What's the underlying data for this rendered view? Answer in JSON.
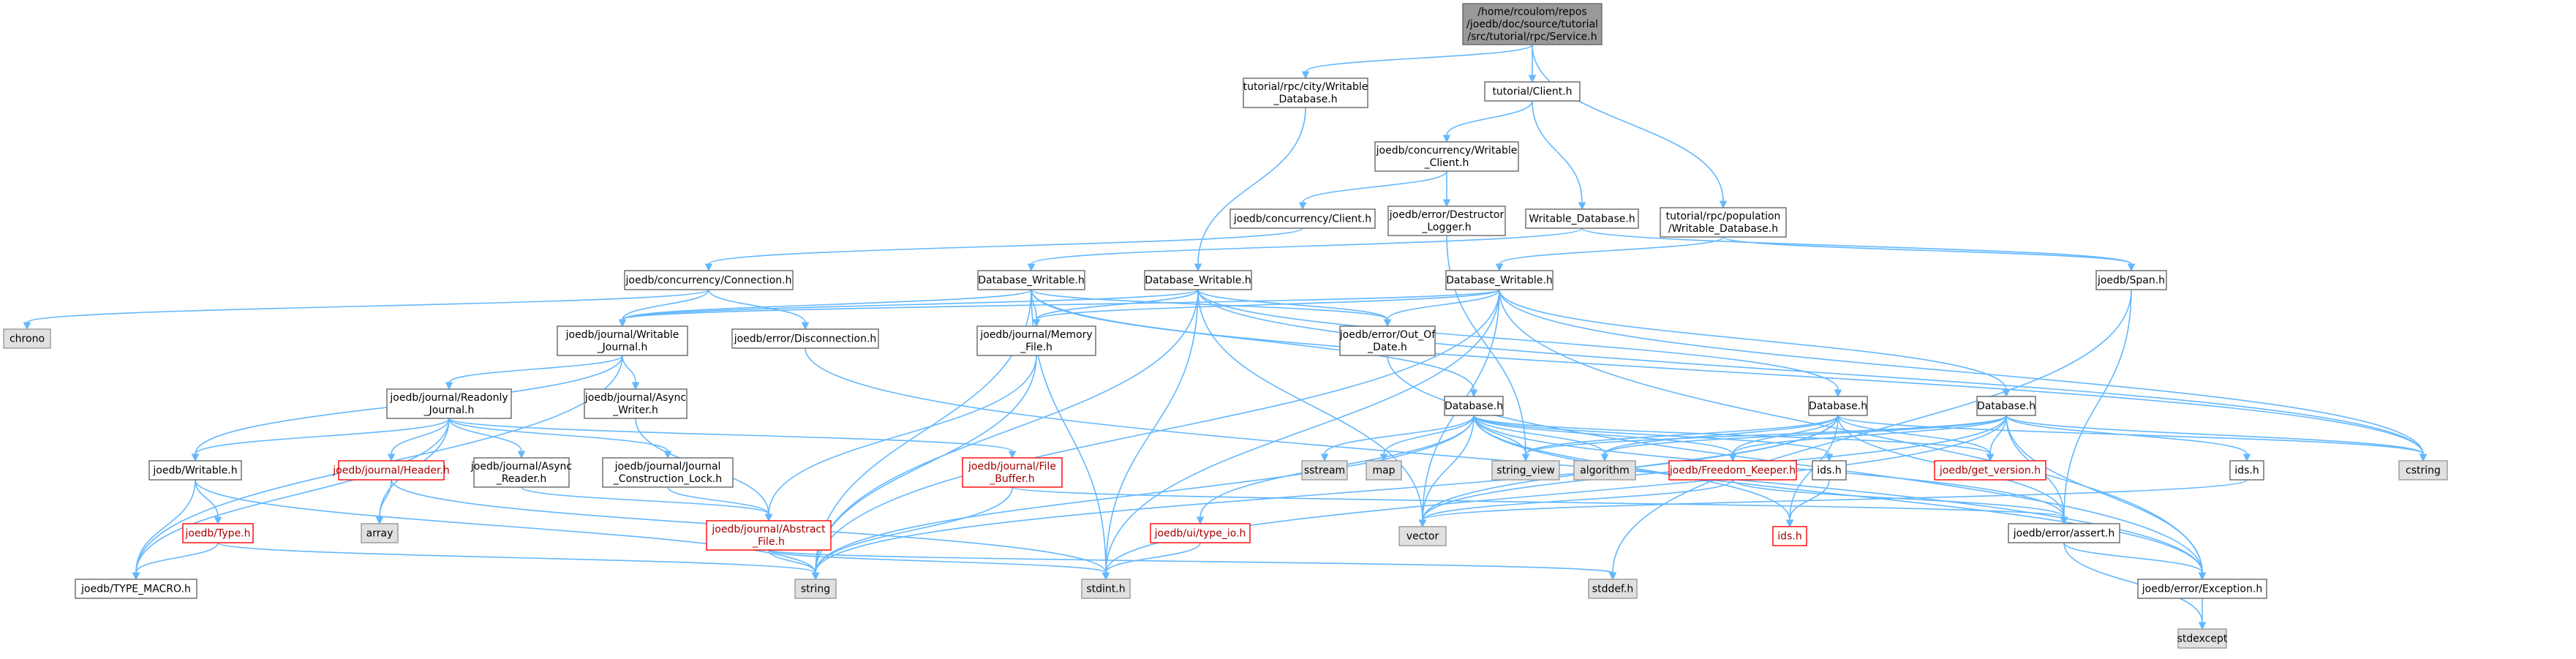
{
  "graph": {
    "nodes": [
      {
        "id": "root",
        "lines": [
          "/home/rcoulom/repos",
          "/joedb/doc/source/tutorial",
          "/src/tutorial/rpc/Service.h"
        ],
        "style": "root",
        "interactable": false
      },
      {
        "id": "city_wdb",
        "lines": [
          "tutorial/rpc/city/Writable",
          "_Database.h"
        ],
        "style": "normal",
        "interactable": true
      },
      {
        "id": "client_h",
        "lines": [
          "tutorial/Client.h"
        ],
        "style": "normal",
        "interactable": true
      },
      {
        "id": "pop_wdb",
        "lines": [
          "tutorial/rpc/population",
          "/Writable_Database.h"
        ],
        "style": "normal",
        "interactable": true
      },
      {
        "id": "conc_wclient",
        "lines": [
          "joedb/concurrency/Writable",
          "_Client.h"
        ],
        "style": "normal",
        "interactable": true
      },
      {
        "id": "conc_client",
        "lines": [
          "joedb/concurrency/Client.h"
        ],
        "style": "normal",
        "interactable": true
      },
      {
        "id": "destructor_logger",
        "lines": [
          "joedb/error/Destructor",
          "_Logger.h"
        ],
        "style": "normal",
        "interactable": true
      },
      {
        "id": "writable_db",
        "lines": [
          "Writable_Database.h"
        ],
        "style": "normal",
        "interactable": true
      },
      {
        "id": "conc_connection",
        "lines": [
          "joedb/concurrency/Connection.h"
        ],
        "style": "normal",
        "interactable": true
      },
      {
        "id": "dbw1",
        "lines": [
          "Database_Writable.h"
        ],
        "style": "normal",
        "interactable": true
      },
      {
        "id": "dbw2",
        "lines": [
          "Database_Writable.h"
        ],
        "style": "normal",
        "interactable": true
      },
      {
        "id": "dbw3",
        "lines": [
          "Database_Writable.h"
        ],
        "style": "normal",
        "interactable": true
      },
      {
        "id": "span",
        "lines": [
          "joedb/Span.h"
        ],
        "style": "normal",
        "interactable": true
      },
      {
        "id": "chrono",
        "lines": [
          "chrono"
        ],
        "style": "sys",
        "interactable": false
      },
      {
        "id": "writable_journal",
        "lines": [
          "joedb/journal/Writable",
          "_Journal.h"
        ],
        "style": "normal",
        "interactable": true
      },
      {
        "id": "disconnection",
        "lines": [
          "joedb/error/Disconnection.h"
        ],
        "style": "normal",
        "interactable": true
      },
      {
        "id": "memory_file",
        "lines": [
          "joedb/journal/Memory",
          "_File.h"
        ],
        "style": "normal",
        "interactable": true
      },
      {
        "id": "out_of_date",
        "lines": [
          "joedb/error/Out_Of",
          "_Date.h"
        ],
        "style": "normal",
        "interactable": true
      },
      {
        "id": "readonly_journal",
        "lines": [
          "joedb/journal/Readonly",
          "_Journal.h"
        ],
        "style": "normal",
        "interactable": true
      },
      {
        "id": "async_writer",
        "lines": [
          "joedb/journal/Async",
          "_Writer.h"
        ],
        "style": "normal",
        "interactable": true
      },
      {
        "id": "database1",
        "lines": [
          "Database.h"
        ],
        "style": "normal",
        "interactable": true
      },
      {
        "id": "database2",
        "lines": [
          "Database.h"
        ],
        "style": "normal",
        "interactable": true
      },
      {
        "id": "database3",
        "lines": [
          "Database.h"
        ],
        "style": "normal",
        "interactable": true
      },
      {
        "id": "writable_h",
        "lines": [
          "joedb/Writable.h"
        ],
        "style": "normal",
        "interactable": true
      },
      {
        "id": "header_h",
        "lines": [
          "joedb/journal/Header.h"
        ],
        "style": "red",
        "interactable": true
      },
      {
        "id": "async_reader",
        "lines": [
          "joedb/journal/Async",
          "_Reader.h"
        ],
        "style": "normal",
        "interactable": true
      },
      {
        "id": "journal_lock",
        "lines": [
          "joedb/journal/Journal",
          "_Construction_Lock.h"
        ],
        "style": "normal",
        "interactable": true
      },
      {
        "id": "file_buffer",
        "lines": [
          "joedb/journal/File",
          "_Buffer.h"
        ],
        "style": "red",
        "interactable": true
      },
      {
        "id": "sstream",
        "lines": [
          "sstream"
        ],
        "style": "sys",
        "interactable": false
      },
      {
        "id": "map",
        "lines": [
          "map"
        ],
        "style": "sys",
        "interactable": false
      },
      {
        "id": "string_view",
        "lines": [
          "string_view"
        ],
        "style": "sys",
        "interactable": false
      },
      {
        "id": "algorithm",
        "lines": [
          "algorithm"
        ],
        "style": "sys",
        "interactable": false
      },
      {
        "id": "freedom_keeper",
        "lines": [
          "joedb/Freedom_Keeper.h"
        ],
        "style": "red",
        "interactable": true
      },
      {
        "id": "ids_h_a",
        "lines": [
          "ids.h"
        ],
        "style": "normal",
        "interactable": true
      },
      {
        "id": "get_version",
        "lines": [
          "joedb/get_version.h"
        ],
        "style": "red",
        "interactable": true
      },
      {
        "id": "ids_h_b",
        "lines": [
          "ids.h"
        ],
        "style": "normal",
        "interactable": true
      },
      {
        "id": "cstring",
        "lines": [
          "cstring"
        ],
        "style": "sys",
        "interactable": false
      },
      {
        "id": "type_h",
        "lines": [
          "joedb/Type.h"
        ],
        "style": "red",
        "interactable": true
      },
      {
        "id": "array",
        "lines": [
          "array"
        ],
        "style": "sys",
        "interactable": false
      },
      {
        "id": "abstract_file",
        "lines": [
          "joedb/journal/Abstract",
          "_File.h"
        ],
        "style": "red",
        "interactable": true
      },
      {
        "id": "type_io",
        "lines": [
          "joedb/ui/type_io.h"
        ],
        "style": "red",
        "interactable": true
      },
      {
        "id": "vector",
        "lines": [
          "vector"
        ],
        "style": "sys",
        "interactable": false
      },
      {
        "id": "ids_h_red",
        "lines": [
          "ids.h"
        ],
        "style": "red",
        "interactable": true
      },
      {
        "id": "assert_h",
        "lines": [
          "joedb/error/assert.h"
        ],
        "style": "normal",
        "interactable": true
      },
      {
        "id": "type_macro",
        "lines": [
          "joedb/TYPE_MACRO.h"
        ],
        "style": "normal",
        "interactable": true
      },
      {
        "id": "string",
        "lines": [
          "string"
        ],
        "style": "sys",
        "interactable": false
      },
      {
        "id": "stdint",
        "lines": [
          "stdint.h"
        ],
        "style": "sys",
        "interactable": false
      },
      {
        "id": "stddef",
        "lines": [
          "stddef.h"
        ],
        "style": "sys",
        "interactable": false
      },
      {
        "id": "exception_h",
        "lines": [
          "joedb/error/Exception.h"
        ],
        "style": "normal",
        "interactable": true
      },
      {
        "id": "stdexcept",
        "lines": [
          "stdexcept"
        ],
        "style": "sys",
        "interactable": false
      }
    ],
    "edges": [
      [
        "root",
        "city_wdb"
      ],
      [
        "root",
        "client_h"
      ],
      [
        "root",
        "pop_wdb"
      ],
      [
        "city_wdb",
        "dbw2"
      ],
      [
        "client_h",
        "conc_wclient"
      ],
      [
        "client_h",
        "writable_db"
      ],
      [
        "conc_wclient",
        "conc_client"
      ],
      [
        "conc_wclient",
        "destructor_logger"
      ],
      [
        "conc_client",
        "conc_connection"
      ],
      [
        "destructor_logger",
        "string_view"
      ],
      [
        "writable_db",
        "dbw1"
      ],
      [
        "writable_db",
        "span"
      ],
      [
        "pop_wdb",
        "dbw3"
      ],
      [
        "pop_wdb",
        "span"
      ],
      [
        "conc_connection",
        "chrono"
      ],
      [
        "conc_connection",
        "writable_journal"
      ],
      [
        "conc_connection",
        "disconnection"
      ],
      [
        "dbw1",
        "writable_journal"
      ],
      [
        "dbw1",
        "memory_file"
      ],
      [
        "dbw1",
        "out_of_date"
      ],
      [
        "dbw1",
        "database1"
      ],
      [
        "dbw1",
        "string"
      ],
      [
        "dbw1",
        "stdint"
      ],
      [
        "dbw1",
        "cstring"
      ],
      [
        "dbw2",
        "writable_journal"
      ],
      [
        "dbw2",
        "memory_file"
      ],
      [
        "dbw2",
        "out_of_date"
      ],
      [
        "dbw2",
        "database2"
      ],
      [
        "dbw2",
        "string"
      ],
      [
        "dbw2",
        "stdint"
      ],
      [
        "dbw2",
        "vector"
      ],
      [
        "dbw2",
        "cstring"
      ],
      [
        "dbw3",
        "writable_journal"
      ],
      [
        "dbw3",
        "memory_file"
      ],
      [
        "dbw3",
        "out_of_date"
      ],
      [
        "dbw3",
        "database3"
      ],
      [
        "dbw3",
        "string"
      ],
      [
        "dbw3",
        "stdint"
      ],
      [
        "dbw3",
        "vector"
      ],
      [
        "dbw3",
        "cstring"
      ],
      [
        "dbw3",
        "exception_h"
      ],
      [
        "span",
        "assert_h"
      ],
      [
        "span",
        "stddef"
      ],
      [
        "writable_journal",
        "readonly_journal"
      ],
      [
        "writable_journal",
        "async_writer"
      ],
      [
        "writable_journal",
        "writable_h"
      ],
      [
        "writable_journal",
        "type_macro"
      ],
      [
        "disconnection",
        "exception_h"
      ],
      [
        "memory_file",
        "abstract_file"
      ],
      [
        "memory_file",
        "string"
      ],
      [
        "out_of_date",
        "exception_h"
      ],
      [
        "readonly_journal",
        "writable_h"
      ],
      [
        "readonly_journal",
        "header_h"
      ],
      [
        "readonly_journal",
        "async_reader"
      ],
      [
        "readonly_journal",
        "journal_lock"
      ],
      [
        "readonly_journal",
        "file_buffer"
      ],
      [
        "readonly_journal",
        "array"
      ],
      [
        "readonly_journal",
        "type_macro"
      ],
      [
        "async_writer",
        "abstract_file"
      ],
      [
        "writable_h",
        "type_h"
      ],
      [
        "writable_h",
        "type_macro"
      ],
      [
        "writable_h",
        "string"
      ],
      [
        "header_h",
        "array"
      ],
      [
        "header_h",
        "stdint"
      ],
      [
        "async_reader",
        "abstract_file"
      ],
      [
        "journal_lock",
        "abstract_file"
      ],
      [
        "file_buffer",
        "assert_h"
      ],
      [
        "file_buffer",
        "string"
      ],
      [
        "type_h",
        "type_macro"
      ],
      [
        "type_h",
        "string"
      ],
      [
        "abstract_file",
        "string"
      ],
      [
        "abstract_file",
        "stdint"
      ],
      [
        "abstract_file",
        "stddef"
      ],
      [
        "database1",
        "sstream"
      ],
      [
        "database1",
        "map"
      ],
      [
        "database1",
        "string_view"
      ],
      [
        "database1",
        "algorithm"
      ],
      [
        "database1",
        "freedom_keeper"
      ],
      [
        "database1",
        "ids_h_a"
      ],
      [
        "database1",
        "get_version"
      ],
      [
        "database1",
        "type_io"
      ],
      [
        "database1",
        "vector"
      ],
      [
        "database1",
        "ids_h_red"
      ],
      [
        "database1",
        "assert_h"
      ],
      [
        "database1",
        "string"
      ],
      [
        "database1",
        "exception_h"
      ],
      [
        "database2",
        "string_view"
      ],
      [
        "database2",
        "algorithm"
      ],
      [
        "database2",
        "freedom_keeper"
      ],
      [
        "database2",
        "get_version"
      ],
      [
        "database2",
        "cstring"
      ],
      [
        "database2",
        "ids_h_red"
      ],
      [
        "database2",
        "assert_h"
      ],
      [
        "database2",
        "vector"
      ],
      [
        "database2",
        "string"
      ],
      [
        "database3",
        "string_view"
      ],
      [
        "database3",
        "algorithm"
      ],
      [
        "database3",
        "freedom_keeper"
      ],
      [
        "database3",
        "get_version"
      ],
      [
        "database3",
        "ids_h_b"
      ],
      [
        "database3",
        "cstring"
      ],
      [
        "database3",
        "vector"
      ],
      [
        "database3",
        "assert_h"
      ],
      [
        "database3",
        "exception_h"
      ],
      [
        "database3",
        "stdint"
      ],
      [
        "ids_h_a",
        "ids_h_red"
      ],
      [
        "ids_h_b",
        "vector"
      ],
      [
        "freedom_keeper",
        "vector"
      ],
      [
        "freedom_keeper",
        "assert_h"
      ],
      [
        "type_io",
        "stdint"
      ],
      [
        "assert_h",
        "exception_h"
      ],
      [
        "assert_h",
        "stdexcept"
      ],
      [
        "exception_h",
        "stdexcept"
      ]
    ]
  }
}
